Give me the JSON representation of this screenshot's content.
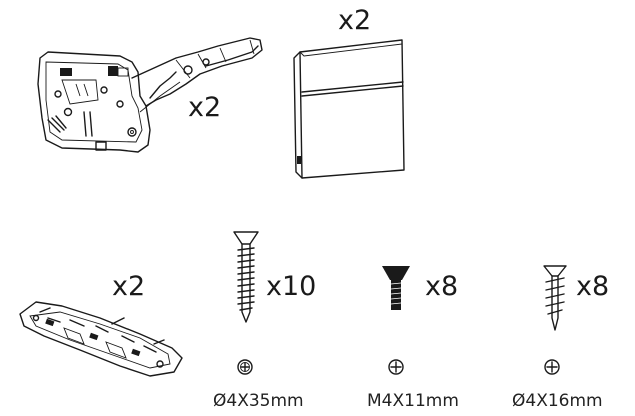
{
  "parts": {
    "lift_mechanism": {
      "quantity": "x2"
    },
    "cover_cap": {
      "quantity": "x2"
    },
    "mounting_plate": {
      "quantity": "x2"
    },
    "screw_long": {
      "quantity": "x10",
      "size": "Ø4X35mm",
      "icon": "phillips-head-icon"
    },
    "machine_screw": {
      "quantity": "x8",
      "size": "M4X11mm",
      "icon": "phillips-head-icon"
    },
    "screw_short": {
      "quantity": "x8",
      "size": "Ø4X16mm",
      "icon": "phillips-head-icon"
    }
  }
}
